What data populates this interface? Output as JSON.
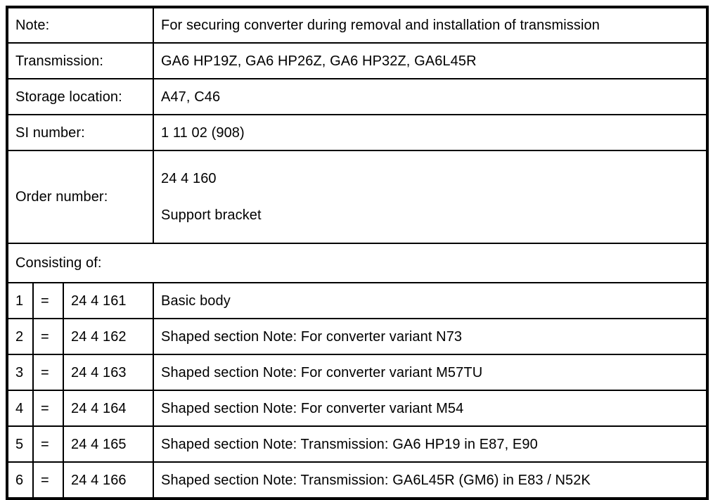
{
  "table": {
    "info_rows": [
      {
        "label": "Note:",
        "value": "For securing converter during removal and installation of transmission"
      },
      {
        "label": "Transmission:",
        "value": "GA6 HP19Z, GA6 HP26Z, GA6 HP32Z, GA6L45R"
      },
      {
        "label": "Storage location:",
        "value": "A47, C46"
      },
      {
        "label": "SI number:",
        "value": "1 11 02 (908)"
      }
    ],
    "order_row": {
      "label": "Order number:",
      "value_line1": "24 4 160",
      "value_line2": "Support bracket"
    },
    "consisting_of_label": "Consisting of:",
    "equals_symbol": "=",
    "items": [
      {
        "index": "1",
        "eq": "=",
        "part": "24 4 161",
        "description": "Basic body"
      },
      {
        "index": "2",
        "eq": "=",
        "part": "24 4 162",
        "description": "Shaped section Note: For converter variant N73"
      },
      {
        "index": "3",
        "eq": "=",
        "part": "24 4 163",
        "description": "Shaped section Note: For converter variant M57TU"
      },
      {
        "index": "4",
        "eq": "=",
        "part": "24 4 164",
        "description": "Shaped section Note: For converter variant M54"
      },
      {
        "index": "5",
        "eq": "=",
        "part": "24 4 165",
        "description": "Shaped section Note: Transmission: GA6 HP19 in E87, E90"
      },
      {
        "index": "6",
        "eq": "=",
        "part": "24 4 166",
        "description": "Shaped section Note: Transmission: GA6L45R (GM6) in E83 / N52K"
      }
    ]
  },
  "colors": {
    "border": "#000000",
    "text": "#000000",
    "background": "#ffffff"
  }
}
